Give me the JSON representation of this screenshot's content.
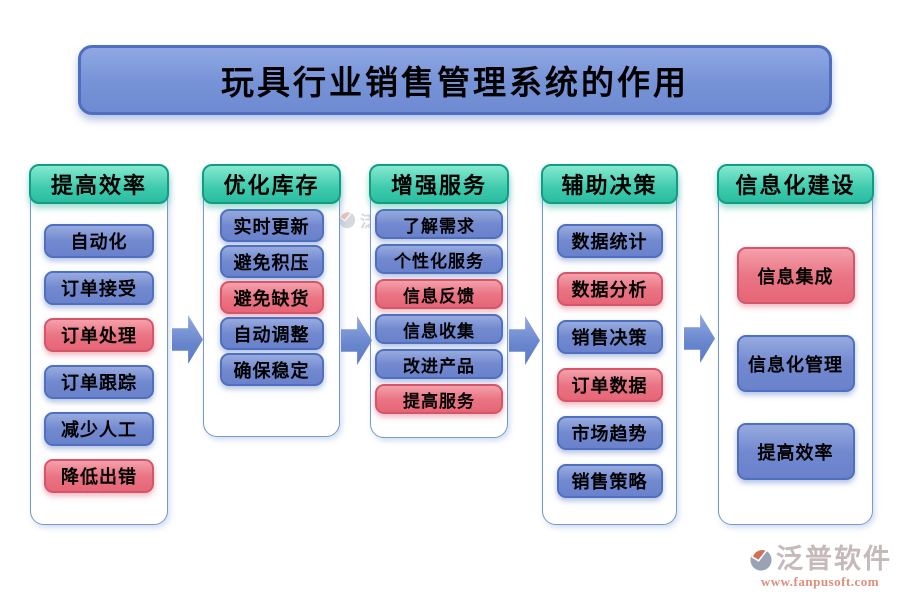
{
  "title": "玩具行业销售管理系统的作用",
  "columns": [
    {
      "header": "提高效率",
      "items": [
        {
          "label": "自动化",
          "variant": "blue"
        },
        {
          "label": "订单接受",
          "variant": "blue"
        },
        {
          "label": "订单处理",
          "variant": "red"
        },
        {
          "label": "订单跟踪",
          "variant": "blue"
        },
        {
          "label": "减少人工",
          "variant": "blue"
        },
        {
          "label": "降低出错",
          "variant": "red"
        }
      ]
    },
    {
      "header": "优化库存",
      "items": [
        {
          "label": "实时更新",
          "variant": "blue"
        },
        {
          "label": "避免积压",
          "variant": "blue"
        },
        {
          "label": "避免缺货",
          "variant": "red"
        },
        {
          "label": "自动调整",
          "variant": "blue"
        },
        {
          "label": "确保稳定",
          "variant": "blue"
        }
      ]
    },
    {
      "header": "增强服务",
      "items": [
        {
          "label": "了解需求",
          "variant": "blue"
        },
        {
          "label": "个性化服务",
          "variant": "blue"
        },
        {
          "label": "信息反馈",
          "variant": "red"
        },
        {
          "label": "信息收集",
          "variant": "blue"
        },
        {
          "label": "改进产品",
          "variant": "blue"
        },
        {
          "label": "提高服务",
          "variant": "red"
        }
      ]
    },
    {
      "header": "辅助决策",
      "items": [
        {
          "label": "数据统计",
          "variant": "blue"
        },
        {
          "label": "数据分析",
          "variant": "red"
        },
        {
          "label": "销售决策",
          "variant": "blue"
        },
        {
          "label": "订单数据",
          "variant": "red"
        },
        {
          "label": "市场趋势",
          "variant": "blue"
        },
        {
          "label": "销售策略",
          "variant": "blue"
        }
      ]
    },
    {
      "header": "信息化建设",
      "items": [
        {
          "label": "信息集成",
          "variant": "red"
        },
        {
          "label": "信息化管理",
          "variant": "blue"
        },
        {
          "label": "提高效率",
          "variant": "blue"
        }
      ]
    }
  ],
  "branding": {
    "name": "泛普软件",
    "url": "www.fanpusoft.com"
  },
  "colors": {
    "header_teal": "#2fc1a3",
    "header_teal_border": "#0f9e84",
    "item_blue": "#7289cf",
    "item_blue_border": "#4f6fc0",
    "item_red": "#e8707f",
    "item_red_border": "#d5566a",
    "title_blue": "#7693d7",
    "title_border": "#4f6ec2",
    "container_border": "#7a97d4",
    "arrow_blue": "#6785cd",
    "brand_text": "#c6b9b9",
    "brand_url": "#df8d7c"
  }
}
